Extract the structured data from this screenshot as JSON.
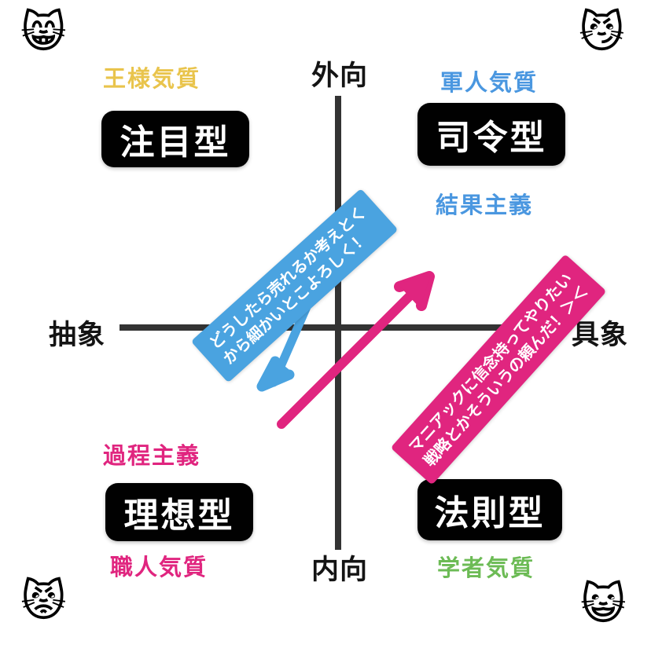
{
  "axes": {
    "top_label": "外向",
    "bottom_label": "内向",
    "left_label": "抽象",
    "right_label": "具象"
  },
  "quadrants": {
    "top_left": {
      "trait_above": "王様気質",
      "type_name": "注目型",
      "color": "#e9c44c",
      "emoji": "😸"
    },
    "top_right": {
      "trait_above": "軍人気質",
      "type_name": "司令型",
      "trait_below": "結果主義",
      "color": "#4a97e0",
      "emoji": "😼"
    },
    "bottom_left": {
      "trait_above": "過程主義",
      "type_name": "理想型",
      "trait_below": "職人気質",
      "color": "#e0257f",
      "emoji": "😾"
    },
    "bottom_right": {
      "type_name": "法則型",
      "trait_below": "学者気質",
      "color": "#6cbb55",
      "emoji": "😺"
    }
  },
  "banners": {
    "blue": {
      "line1": "どうしたら売れるか考えとく",
      "line2": "から細かいとこよろしく！",
      "color": "#4aa3e0",
      "arrow_direction": "down-left"
    },
    "pink": {
      "line1": "マニアックに信念持ってやりたい",
      "line2": "戦略とかそういうの頼んだ！＞＜",
      "color": "#e0257f",
      "arrow_direction": "up-right"
    }
  },
  "chart_data": {
    "type": "scatter",
    "title": "",
    "xlabel": "抽象 ↔ 具象",
    "ylabel": "内向 ↔ 外向",
    "axis_labels": {
      "x_min": "抽象",
      "x_max": "具象",
      "y_min": "内向",
      "y_max": "外向"
    },
    "quadrant_items": [
      {
        "quadrant": "top-left",
        "name": "注目型",
        "trait_top": "王様気質",
        "trait_bottom": "",
        "color": "#e9c44c"
      },
      {
        "quadrant": "top-right",
        "name": "司令型",
        "trait_top": "軍人気質",
        "trait_bottom": "結果主義",
        "color": "#4a97e0"
      },
      {
        "quadrant": "bottom-left",
        "name": "理想型",
        "trait_top": "過程主義",
        "trait_bottom": "職人気質",
        "color": "#e0257f"
      },
      {
        "quadrant": "bottom-right",
        "name": "法則型",
        "trait_top": "",
        "trait_bottom": "学者気質",
        "color": "#6cbb55"
      }
    ],
    "grid": false,
    "legend": "none"
  }
}
